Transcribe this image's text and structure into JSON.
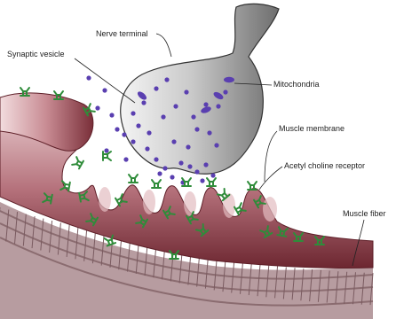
{
  "labels": {
    "nerve_terminal": "Nerve terminal",
    "synaptic_vesicle": "Synaptic vesicle",
    "mitochondria": "Mitochondria",
    "muscle_membrane": "Muscle membrane",
    "acetylcholine_receptor": "Acetyl choline receptor",
    "muscle_fiber": "Muscle fiber"
  },
  "colors": {
    "nerve_terminal": "#8e8e8e",
    "muscle_tissue": "#8a3a44",
    "muscle_highlight": "#e8c9cc",
    "vesicle": "#5a3fb0",
    "receptor": "#3fa14a",
    "fiber_stripe": "#c9b6b8"
  }
}
